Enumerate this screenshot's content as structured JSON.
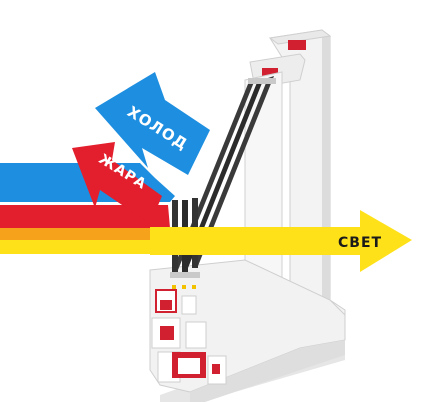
{
  "labels": {
    "cold": "ХОЛОД",
    "heat": "ЖАРА",
    "light": "СВЕТ"
  },
  "colors": {
    "cold_arrow": "#1e8fe0",
    "heat_arrow": "#e31e2d",
    "light_arrow": "#ffe11a",
    "orange_band": "#f7a21b",
    "frame": "#f4f4f4",
    "frame_shadow": "#d9d9d9",
    "seal": "#d1202f",
    "glass": "#2b2b2b"
  },
  "icons": [
    "cold-arrow-icon",
    "heat-arrow-icon",
    "light-arrow-icon"
  ]
}
